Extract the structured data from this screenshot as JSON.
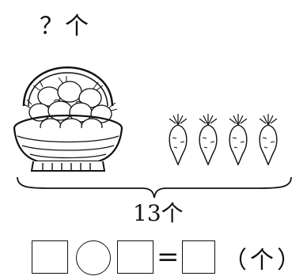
{
  "labels": {
    "unknown_count": "？个",
    "total_count": "13个",
    "unit": "（个）",
    "equals": "="
  },
  "items": {
    "loose_radish_count": 4
  }
}
